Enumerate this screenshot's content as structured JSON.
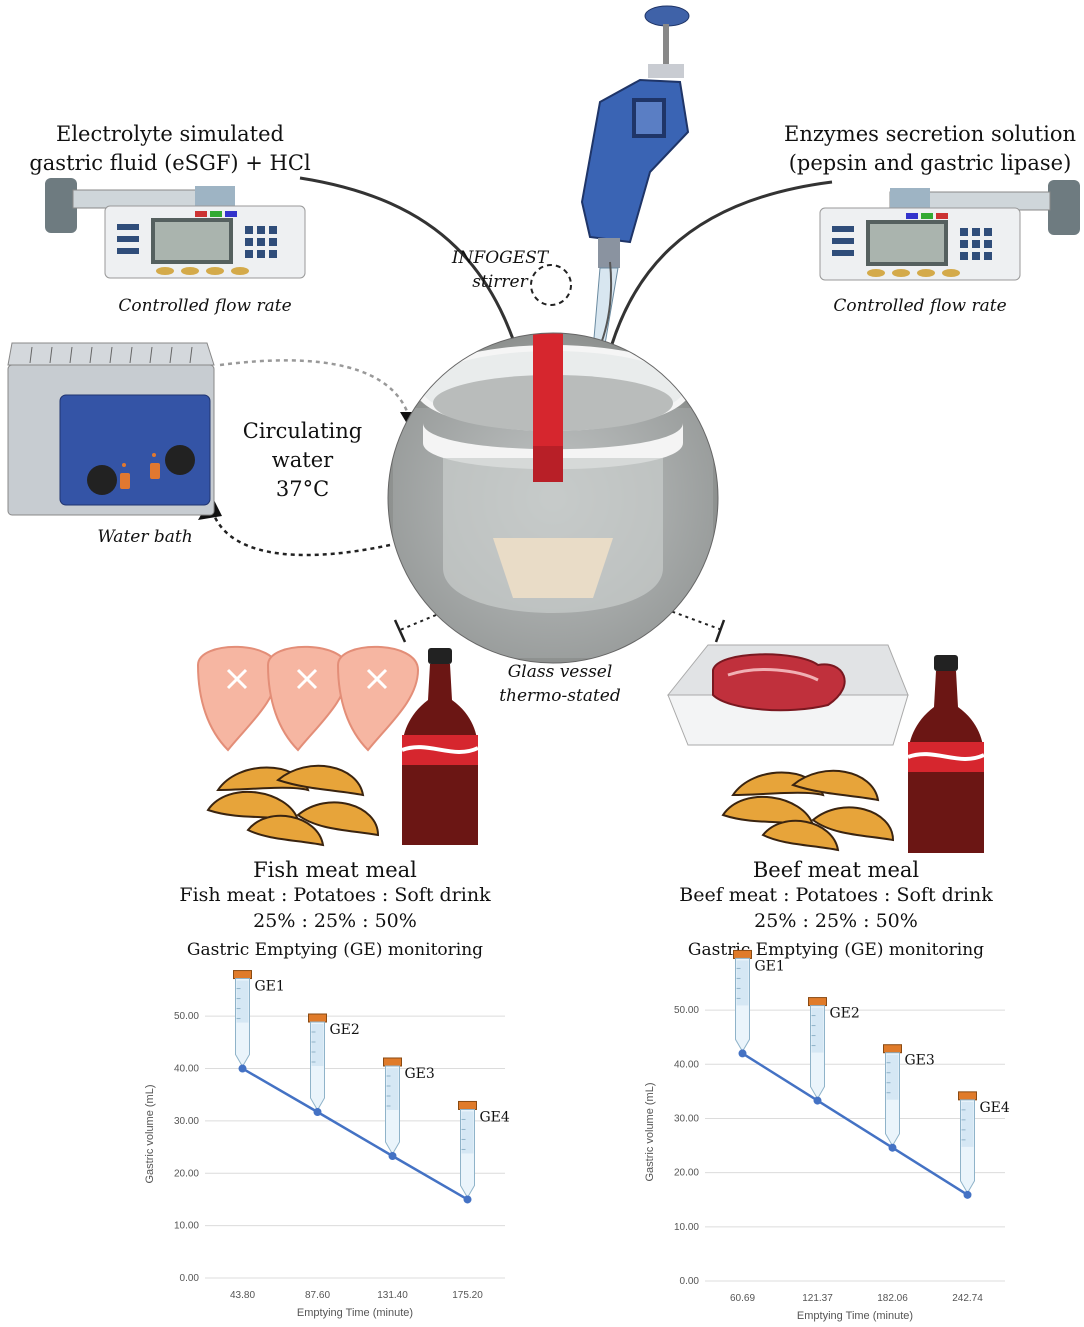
{
  "labels": {
    "esgf": [
      "Electrolyte simulated",
      "gastric fluid (eSGF) + HCl"
    ],
    "enzymes": [
      "Enzymes secretion solution",
      "(pepsin and gastric lipase)"
    ],
    "flow_left": "Controlled flow rate",
    "flow_right": "Controlled flow rate",
    "stirrer": [
      "INFOGEST",
      "stirrer"
    ],
    "circulating": [
      "Circulating",
      "water",
      "37°C"
    ],
    "water_bath": "Water bath",
    "vessel": [
      "Glass vessel",
      "thermo-stated"
    ]
  },
  "meals": [
    {
      "title": "Fish meat meal",
      "ratio_names": "Fish meat : Potatoes : Soft drink",
      "ratio_values": "25% : 25% : 50%",
      "monitoring": "Gastric Emptying (GE) monitoring"
    },
    {
      "title": "Beef meat meal",
      "ratio_names": "Beef meat : Potatoes : Soft drink",
      "ratio_values": "25% : 25% : 50%",
      "monitoring": "Gastric Emptying (GE) monitoring"
    }
  ],
  "chart_data": [
    {
      "type": "line",
      "categories": [
        "43.80",
        "87.60",
        "131.40",
        "175.20"
      ],
      "values": [
        40.0,
        31.7,
        23.3,
        15.0
      ],
      "point_labels": [
        "GE1",
        "GE2",
        "GE3",
        "GE4"
      ],
      "xlabel": "Emptying Time (minute)",
      "ylabel": "Gastric volume (mL)",
      "yticks": [
        "0.00",
        "10.00",
        "20.00",
        "30.00",
        "40.00",
        "50.00"
      ],
      "ylim": [
        0,
        55
      ],
      "grid": true,
      "line_color": "#4472c4"
    },
    {
      "type": "line",
      "categories": [
        "60.69",
        "121.37",
        "182.06",
        "242.74"
      ],
      "values": [
        42.0,
        33.3,
        24.6,
        15.9
      ],
      "point_labels": [
        "GE1",
        "GE2",
        "GE3",
        "GE4"
      ],
      "xlabel": "Emptying Time (minute)",
      "ylabel": "Gastric volume (mL)",
      "yticks": [
        "0.00",
        "10.00",
        "20.00",
        "30.00",
        "40.00",
        "50.00"
      ],
      "ylim": [
        0,
        55
      ],
      "grid": true,
      "line_color": "#4472c4"
    }
  ]
}
